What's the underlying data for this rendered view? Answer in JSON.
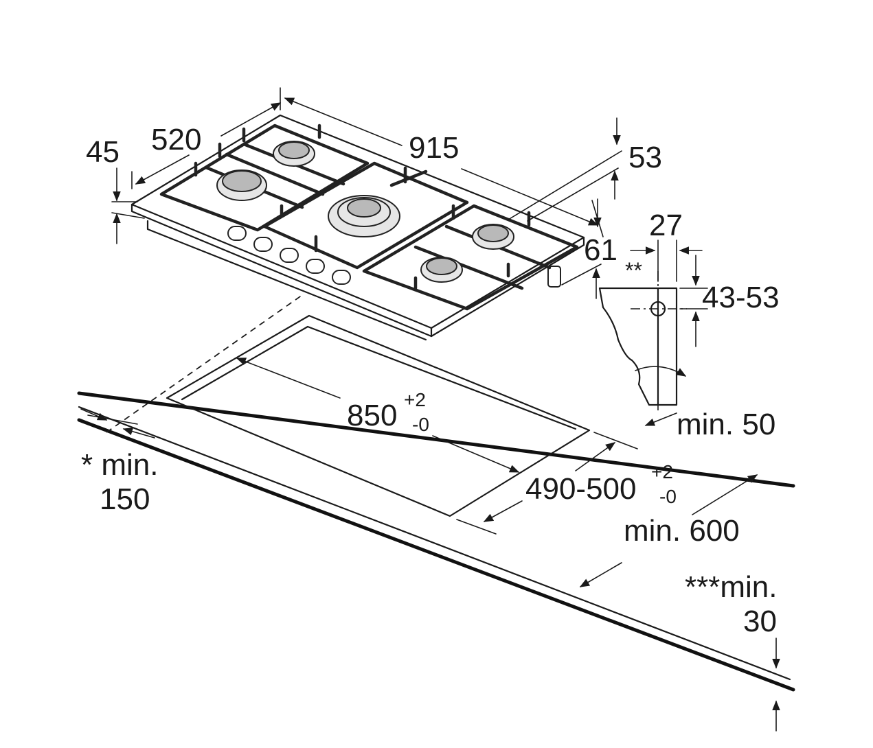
{
  "dimensions": {
    "hob_depth": "520",
    "hob_height": "45",
    "hob_width": "915",
    "top_offset": "53",
    "side_height": "61",
    "bracket_width": "27",
    "bracket_note": "**",
    "bracket_range": "43-53",
    "cutout_width": "850",
    "cutout_width_tol_plus": "+2",
    "cutout_width_tol_minus": "-0",
    "cutout_depth": "490-500",
    "cutout_depth_tol_plus": "+2",
    "cutout_depth_tol_minus": "-0",
    "wall_clearance": "min. 50",
    "worktop_depth": "min. 600",
    "side_clearance_line1": "* min.",
    "side_clearance_line2": "150",
    "worktop_thickness_line1": "***min.",
    "worktop_thickness_line2": "30"
  }
}
